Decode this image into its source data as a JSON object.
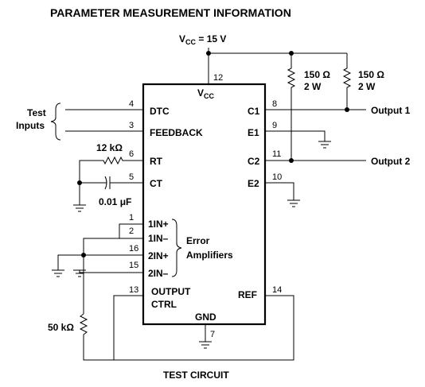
{
  "title": "PARAMETER MEASUREMENT INFORMATION",
  "caption": "TEST CIRCUIT",
  "supply": {
    "label": "VCC = 15 V",
    "name": "V",
    "sub": "CC",
    "rest": " = 15 V"
  },
  "chip": {
    "vcc_label": {
      "name": "V",
      "sub": "CC"
    },
    "gnd_label": "GND",
    "left_pins": [
      {
        "num": "4",
        "name": "DTC"
      },
      {
        "num": "3",
        "name": "FEEDBACK"
      },
      {
        "num": "6",
        "name": "RT"
      },
      {
        "num": "5",
        "name": "CT"
      },
      {
        "num": "1",
        "name": "1IN+"
      },
      {
        "num": "2",
        "name": "1IN–"
      },
      {
        "num": "16",
        "name": "2IN+"
      },
      {
        "num": "15",
        "name": "2IN–"
      },
      {
        "num": "13",
        "name": "OUTPUT"
      }
    ],
    "output_ctrl_line2": "CTRL",
    "right_pins": [
      {
        "num": "8",
        "name": "C1"
      },
      {
        "num": "9",
        "name": "E1"
      },
      {
        "num": "11",
        "name": "C2"
      },
      {
        "num": "10",
        "name": "E2"
      },
      {
        "num": "14",
        "name": "REF"
      }
    ],
    "top_pin": "12",
    "bottom_pin": "7"
  },
  "labels": {
    "test_inputs_1": "Test",
    "test_inputs_2": "Inputs",
    "error_amp_1": "Error",
    "error_amp_2": "Amplifiers",
    "output1": "Output 1",
    "output2": "Output 2"
  },
  "components": {
    "rt_resistor": "12 kΩ",
    "ct_capacitor": "0.01 μF",
    "pot": "50 kΩ",
    "load1": {
      "value": "150 Ω",
      "power": "2 W"
    },
    "load2": {
      "value": "150 Ω",
      "power": "2 W"
    }
  }
}
